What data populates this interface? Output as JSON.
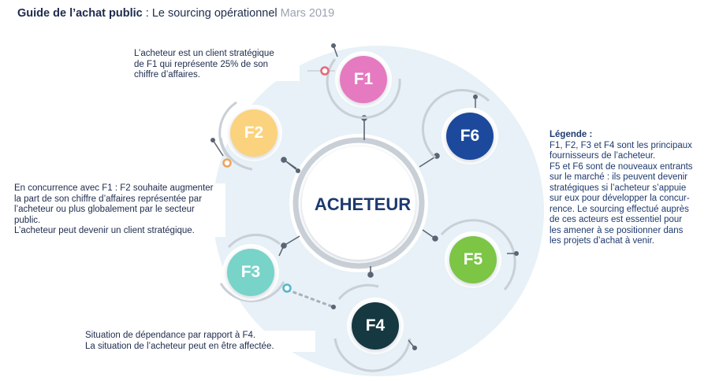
{
  "header": {
    "title": "Guide de l’achat public",
    "separator": " : ",
    "subtitle": "Le sourcing opérationnel",
    "date": "Mars 2019"
  },
  "center": {
    "label": "ACHETEUR"
  },
  "nodes": {
    "f1": {
      "label": "F1",
      "color": "#e57ac0"
    },
    "f2": {
      "label": "F2",
      "color": "#fbd27e"
    },
    "f3": {
      "label": "F3",
      "color": "#78d3c9"
    },
    "f4": {
      "label": "F4",
      "color": "#14393f"
    },
    "f5": {
      "label": "F5",
      "color": "#7cc545"
    },
    "f6": {
      "label": "F6",
      "color": "#1c4a9c"
    }
  },
  "notes": {
    "f1": [
      "L’acheteur est un client stratégique",
      "de F1 qui représente 25% de son",
      "chiffre d’affaires."
    ],
    "f2": [
      "En concurrence avec F1 : F2 souhaite augmenter",
      "la part de son chiffre d’affaires représentée par",
      "l’acheteur ou plus globalement par le secteur",
      "public.",
      "L’acheteur peut devenir un client stratégique."
    ],
    "f4": [
      "Situation de dépendance par rapport à F4.",
      "La situation de l’acheteur peut en être affectée."
    ]
  },
  "legend": {
    "title": "Légende :",
    "lines": [
      "F1, F2, F3 et F4 sont les principaux",
      "fournisseurs de l’acheteur.",
      "F5 et F6 sont de nouveaux entrants",
      "sur le marché : ils peuvent devenir",
      "stratégiques si l’acheteur s’appuie",
      "sur eux pour développer la concur-",
      "rence. Le sourcing effectué auprès",
      "de ces acteurs est essentiel pour",
      "les amener à se positionner dans",
      "les projets d’achat à venir."
    ]
  },
  "colors": {
    "background_disc": "#e7f1f7",
    "ring": "#c9cfd6",
    "connector": "#5a6472",
    "marker_f1": "#e5687a",
    "marker_f2": "#f0a25a",
    "marker_f3": "#4fb8c8"
  }
}
